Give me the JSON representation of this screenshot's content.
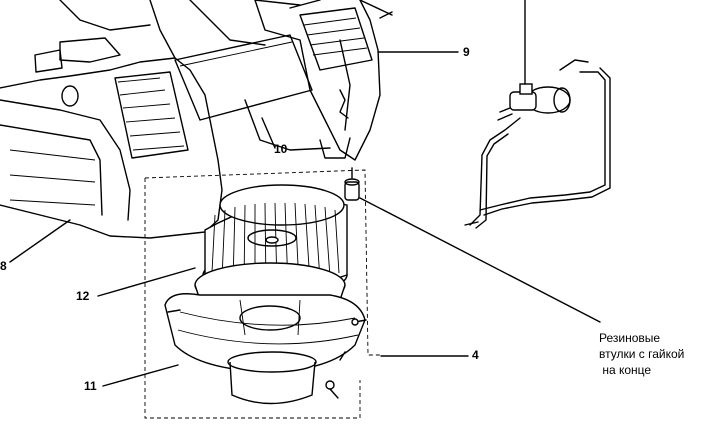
{
  "callouts": {
    "c8": "8",
    "c9": "9",
    "c10": "10",
    "c12": "12",
    "c11": "11",
    "c4": "4"
  },
  "note": {
    "line1": "Резиновые",
    "line2": "втулки с гайкой",
    "line3": " на конце"
  }
}
